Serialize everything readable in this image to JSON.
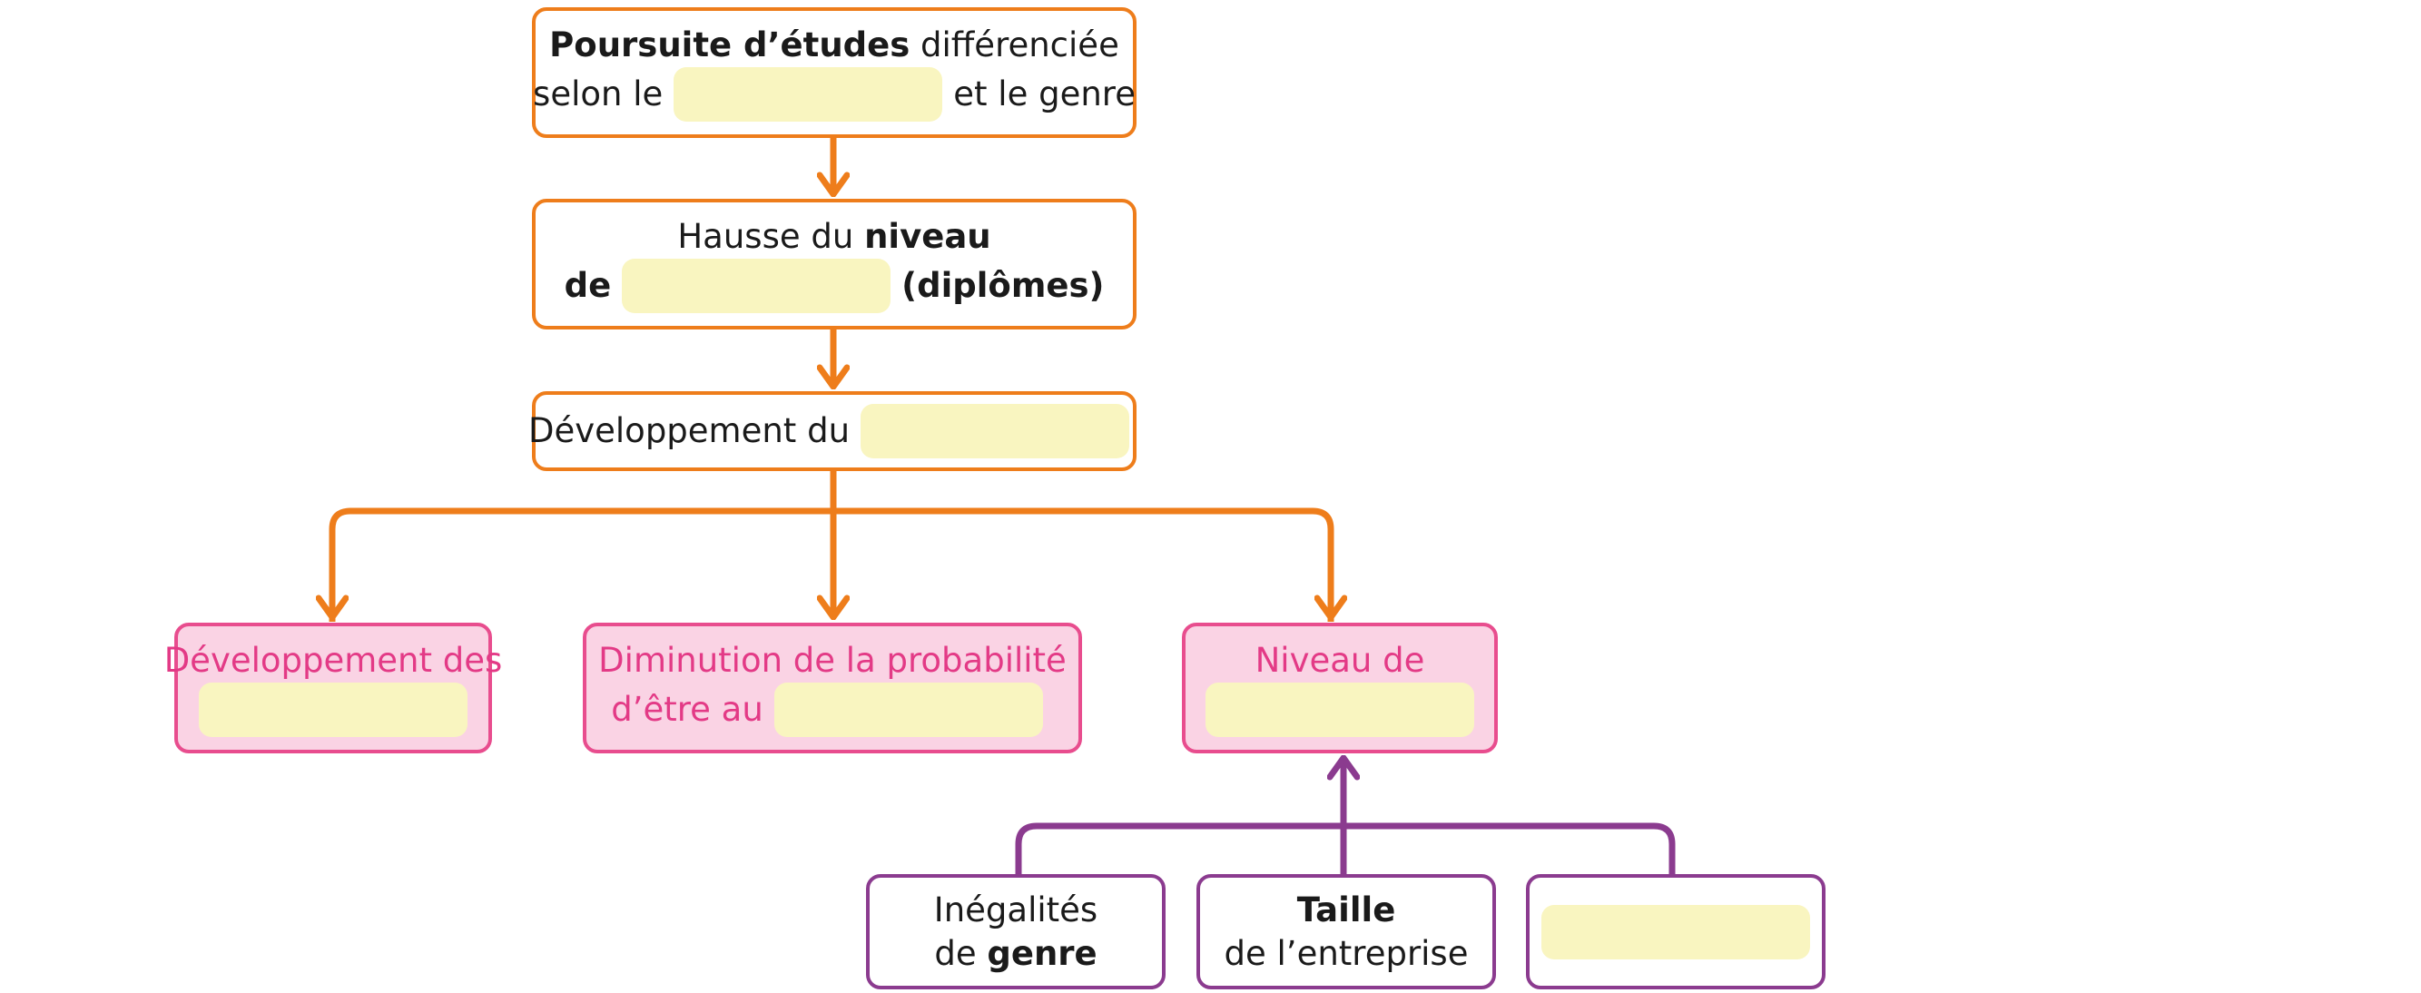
{
  "colors": {
    "orange": "#ee7d1b",
    "pink_border": "#e84d8e",
    "pink_fill": "#fad3e4",
    "pink_text": "#e33a86",
    "purple": "#8b3b8f",
    "blank_fill": "#f9f5c0"
  },
  "boxes": {
    "poursuite": {
      "bold": "Poursuite d’études",
      "rest": " différenciée",
      "line2_before": "selon le",
      "line2_after": "et le genre"
    },
    "hausse": {
      "line1_text": "Hausse du ",
      "line1_bold": "niveau",
      "line2_bold": "de",
      "line2_after": "(diplômes)"
    },
    "developpement": {
      "text": "Développement du"
    },
    "dev_des": {
      "line1": "Développement des"
    },
    "diminution": {
      "line1": "Diminution de la probabilité",
      "line2_before": "d’être au"
    },
    "niveau_de": {
      "line1": "Niveau de"
    },
    "inegalites": {
      "line1": "Inégalités",
      "line2_text": "de ",
      "line2_bold": "genre"
    },
    "taille": {
      "line1_bold": "Taille",
      "line2": "de l’entreprise"
    }
  }
}
